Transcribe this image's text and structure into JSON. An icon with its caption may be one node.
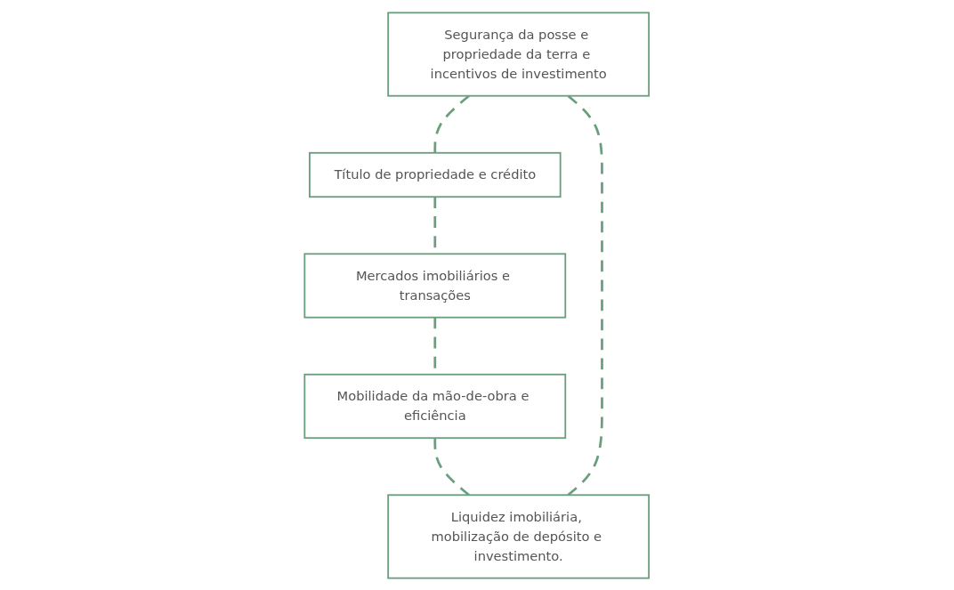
{
  "diagram": {
    "nodes": [
      {
        "text": [
          "Segurança da posse e propriedade da terra e incentivos de investimento"
        ]
      },
      {
        "text": [
          "Liquidez imobiliária, mobilização de depósito e investimento."
        ]
      },
      {
        "text": [
          "Título de propriedade e crédito"
        ]
      },
      {
        "text": [
          "Mobilidade da mão-de-obra e eficiência"
        ]
      },
      {
        "text": [
          "Mercados imobiliários e transações"
        ]
      }
    ],
    "edges": [
      {
        "from": 0,
        "to": 2,
        "arrow": "none",
        "style": "dashed"
      },
      {
        "from": 2,
        "to": 4,
        "arrow": "none",
        "style": "dashed"
      },
      {
        "from": 4,
        "to": 3,
        "arrow": "none",
        "style": "dashed"
      },
      {
        "from": 3,
        "to": 1,
        "arrow": "none",
        "style": "dashed"
      },
      {
        "from": 1,
        "to": 0,
        "arrow": "none",
        "style": "dashed"
      }
    ]
  }
}
